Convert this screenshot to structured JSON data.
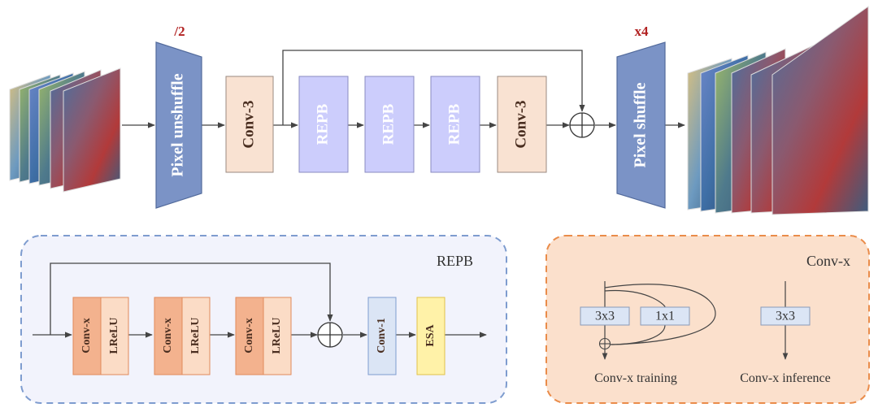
{
  "top": {
    "scale_down_label": "/2",
    "scale_up_label": "x4",
    "pixel_unshuffle_label": "Pixel unshuffle",
    "pixel_shuffle_label": "Pixel shuffle",
    "conv3_first_label": "Conv-3",
    "repb_labels": [
      "REPB",
      "REPB",
      "REPB"
    ],
    "conv3_last_label": "Conv-3"
  },
  "repb_panel": {
    "title": "REPB",
    "blocks": [
      {
        "conv": "Conv-x",
        "act": "LReLU"
      },
      {
        "conv": "Conv-x",
        "act": "LReLU"
      },
      {
        "conv": "Conv-x",
        "act": "LReLU"
      }
    ],
    "conv1_label": "Conv-1",
    "esa_label": "ESA"
  },
  "convx_panel": {
    "title": "Conv-x",
    "training_k3_label": "3x3",
    "training_k1_label": "1x1",
    "training_caption": "Conv-x training",
    "inference_k3_label": "3x3",
    "inference_caption": "Conv-x inference"
  },
  "colors": {
    "pixel_block": "#7b93c6",
    "conv3_fill": "#f9e2d2",
    "repb_fill": "#cccdfc",
    "convx_fill": "#f3b28e",
    "lrelu_fill": "#fbdcc6",
    "conv1_fill": "#dbe5f5",
    "esa_fill": "#fff2a8",
    "repb_panel_fill": "#f2f3fc",
    "convx_panel_fill": "#fbe0cc",
    "red_label": "#b22222"
  }
}
